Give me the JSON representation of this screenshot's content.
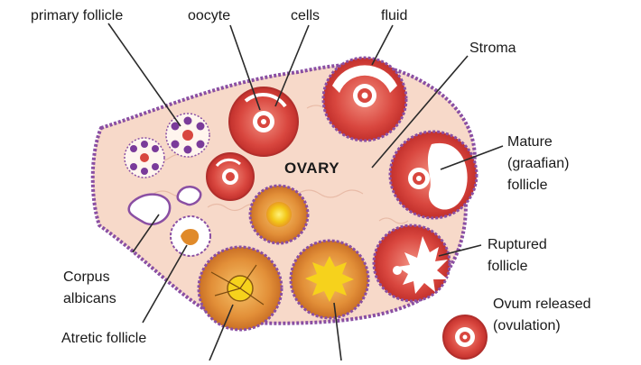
{
  "diagram": {
    "center_label": "OVARY",
    "labels": {
      "primary_follicle": "primary follicle",
      "oocyte": "oocyte",
      "cells": "cells",
      "fluid": "fluid",
      "stroma": "Stroma",
      "mature_1": "Mature",
      "mature_2": "(graafian)",
      "mature_3": "follicle",
      "ruptured_1": "Ruptured",
      "ruptured_2": "follicle",
      "ovum_1": "Ovum released",
      "ovum_2": "(ovulation)",
      "corpus_1": "Corpus",
      "corpus_2": "albicans",
      "atretic": "Atretic follicle"
    },
    "colors": {
      "stroma_fill": "#f7d9c9",
      "capsule": "#8a4fa3",
      "follicle_red": "#cf3f3a",
      "follicle_light": "#f1a08f",
      "yellow": "#f6d21c",
      "orange": "#e08a2a"
    }
  }
}
